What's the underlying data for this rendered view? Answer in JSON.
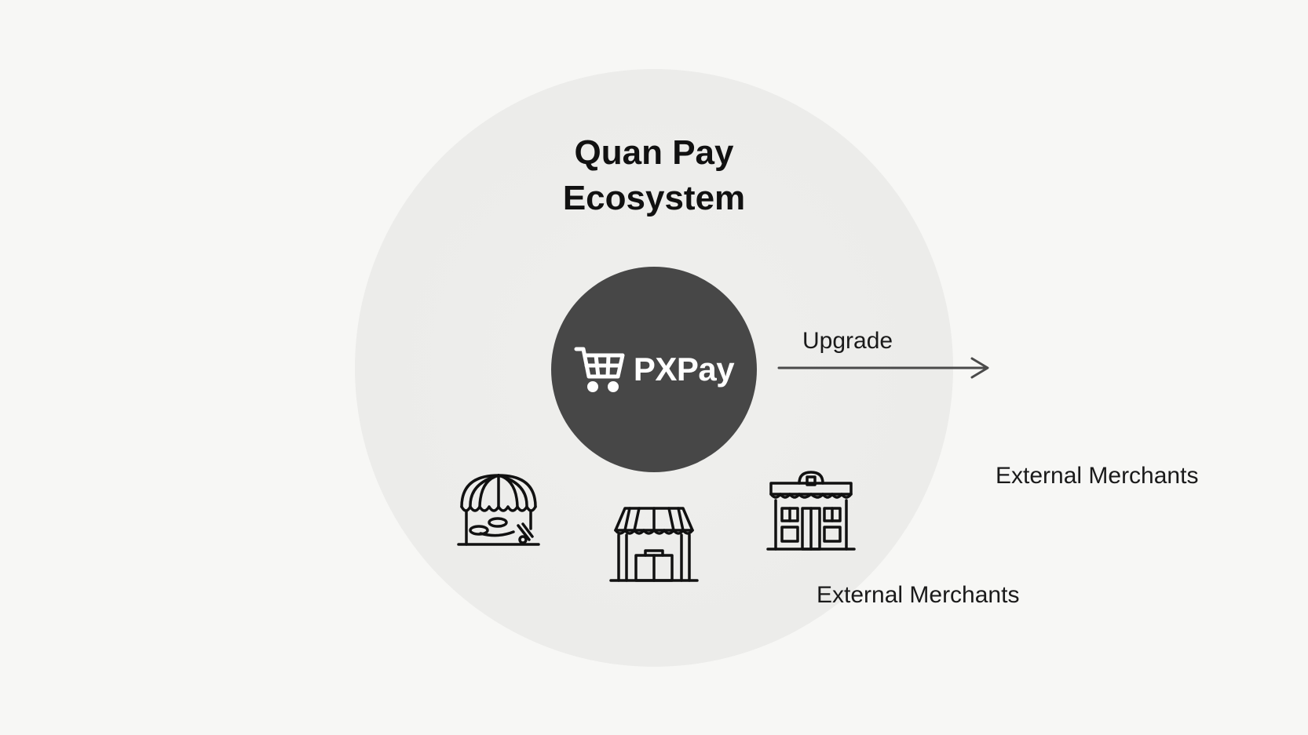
{
  "diagram": {
    "title_line1": "Quan Pay",
    "title_line2": "Ecosystem",
    "core": {
      "label": "PXPay",
      "icon": "shopping-cart-icon"
    },
    "upgrade_label": "Upgrade",
    "external_labels": [
      "External Merchants",
      "External Merchants"
    ],
    "merchant_icons": [
      "market-stall-icon",
      "shop-awning-icon",
      "storefront-building-icon"
    ],
    "colors": {
      "background": "#f7f7f5",
      "ecosystem_circle": "#ececea",
      "core_circle": "#474747",
      "core_text": "#ffffff",
      "text": "#111111"
    }
  }
}
